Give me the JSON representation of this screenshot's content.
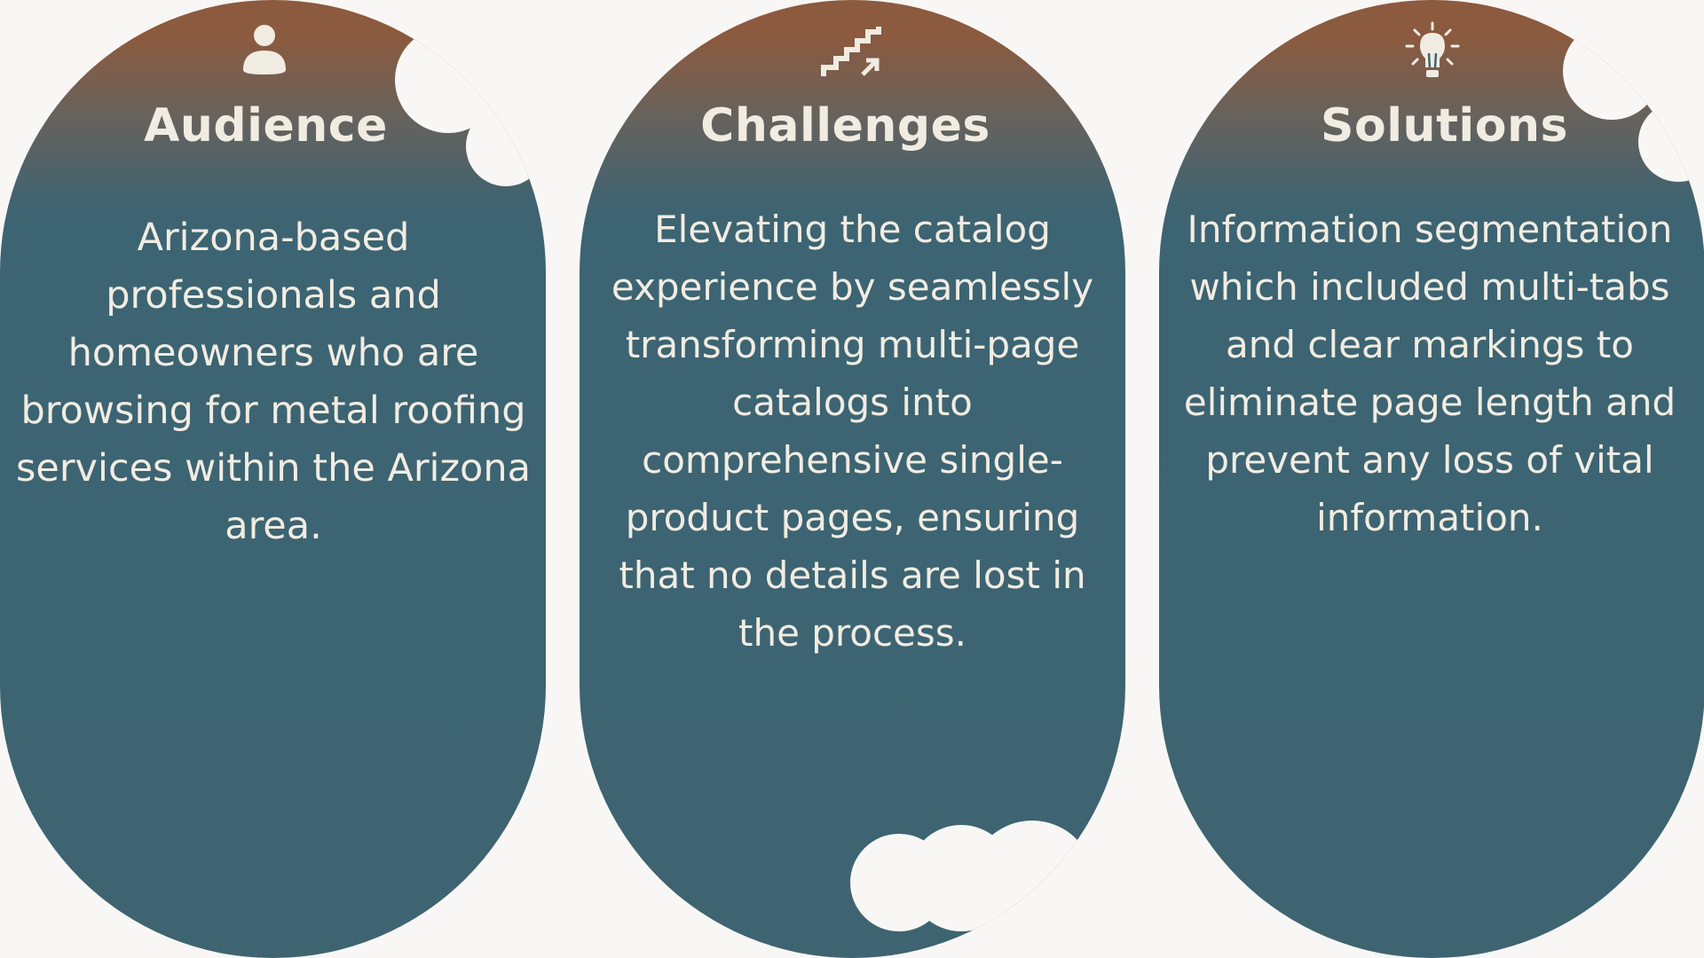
{
  "cards": [
    {
      "title": "Audience",
      "icon": "person-icon",
      "body": "Arizona-based professionals and homeowners who are browsing for metal roofing services within the Arizona area."
    },
    {
      "title": "Challenges",
      "icon": "stairs-arrow-icon",
      "body": "Elevating the catalog experience by seamlessly transforming multi-page catalogs into comprehensive single-product pages, ensuring that no details are lost in the process."
    },
    {
      "title": "Solutions",
      "icon": "lightbulb-icon",
      "body": "Information segmentation which included multi-tabs and clear markings to eliminate page length and prevent any loss of vital information."
    }
  ],
  "colors": {
    "background": "#f9f7f5",
    "card_top": "#8c5a3e",
    "card_main": "#3e6471",
    "text": "#f1ece2"
  }
}
